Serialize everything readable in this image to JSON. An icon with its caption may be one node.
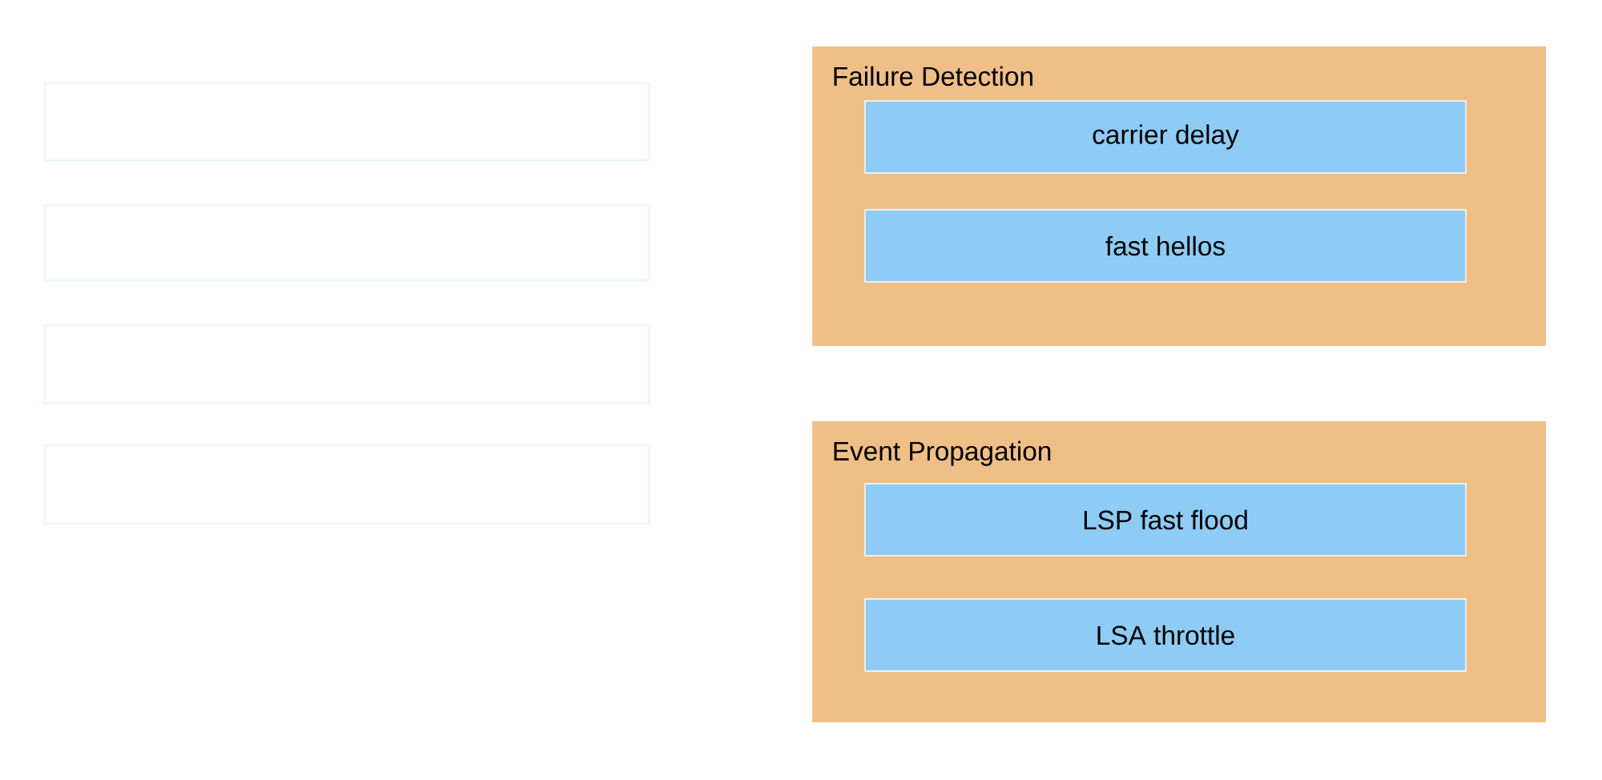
{
  "diagram": {
    "nodes": [
      {
        "text": [],
        "shape": "box"
      },
      {
        "text": [],
        "shape": "box"
      },
      {
        "text": [],
        "shape": "box"
      },
      {
        "text": [],
        "shape": "box"
      },
      {
        "text": [
          "Failure Detection"
        ]
      },
      {
        "text": [
          "carrier delay"
        ],
        "in": 4
      },
      {
        "text": [
          "fast hellos"
        ],
        "in": 4
      },
      {
        "text": [
          "Event Propagation"
        ]
      },
      {
        "text": [
          "LSP fast flood"
        ],
        "in": 7
      },
      {
        "text": [
          "LSA throttle"
        ],
        "in": 7
      }
    ]
  }
}
